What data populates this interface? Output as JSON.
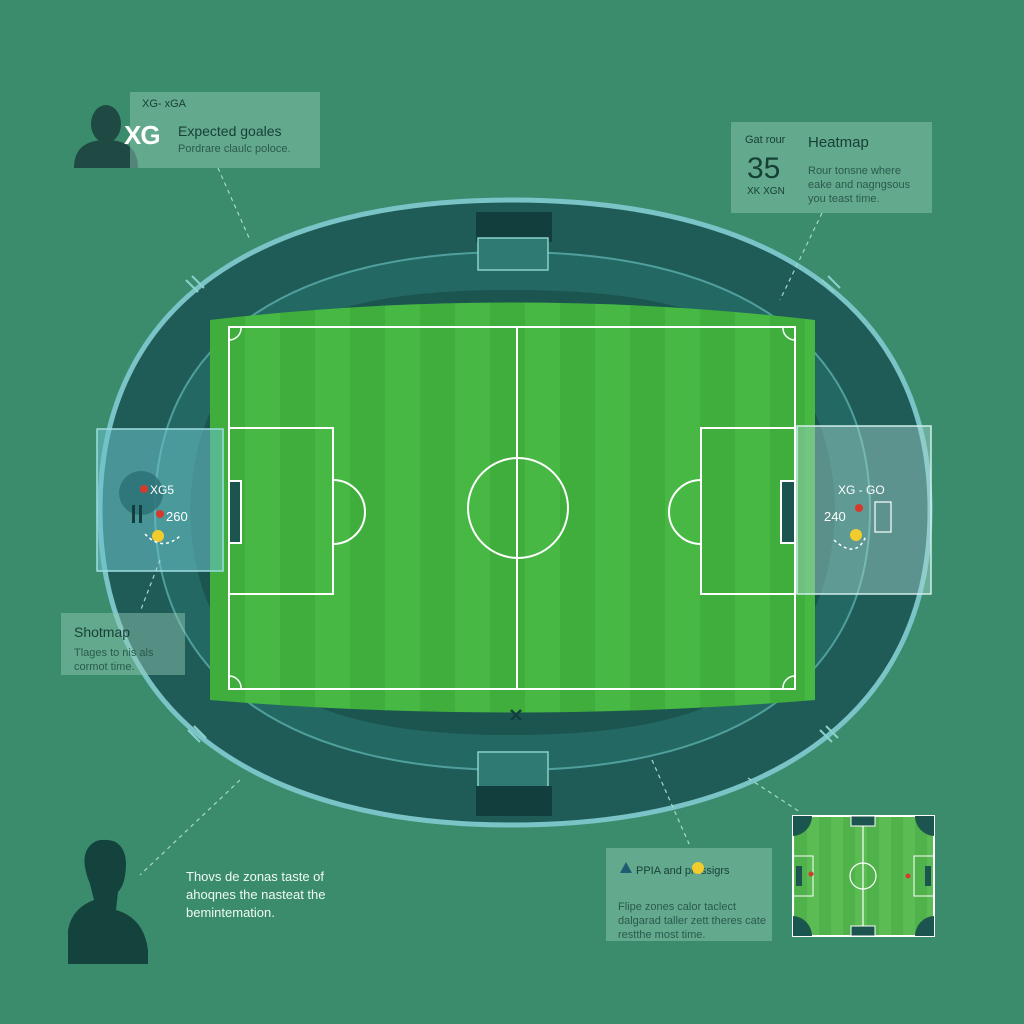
{
  "xg_panel": {
    "small_label": "XG- xGA",
    "big_label": "XG",
    "title": "Expected goales",
    "subtitle": "Pordrare claulc poloce."
  },
  "heatmap_panel": {
    "small_label": "Gat rour",
    "value": "35",
    "unit": "XK XGN",
    "title": "Heatmap",
    "description": "Rour tonsne where eake and nagngsous you teast time."
  },
  "shotmap_panel": {
    "title": "Shotmap",
    "description": "Tlages to nis als cormot time."
  },
  "ppda_panel": {
    "title": "PPIA and pressigrs",
    "description": "Flipe zones calor taclect dalgarad taller zett theres cate restthe most time."
  },
  "bottom_text": "Thovs de zonas taste of ahoqnes the nasteat the bemintemation.",
  "left_zone": {
    "label": "XG5",
    "value": "260"
  },
  "right_zone": {
    "label": "XG - GO",
    "value": "240"
  },
  "colors": {
    "background": "#3a8c6c",
    "pitch": "#3fae3c",
    "stadium": "#1f5c58",
    "shot_red": "#d63a2c",
    "shot_yellow": "#f2cc2c"
  }
}
